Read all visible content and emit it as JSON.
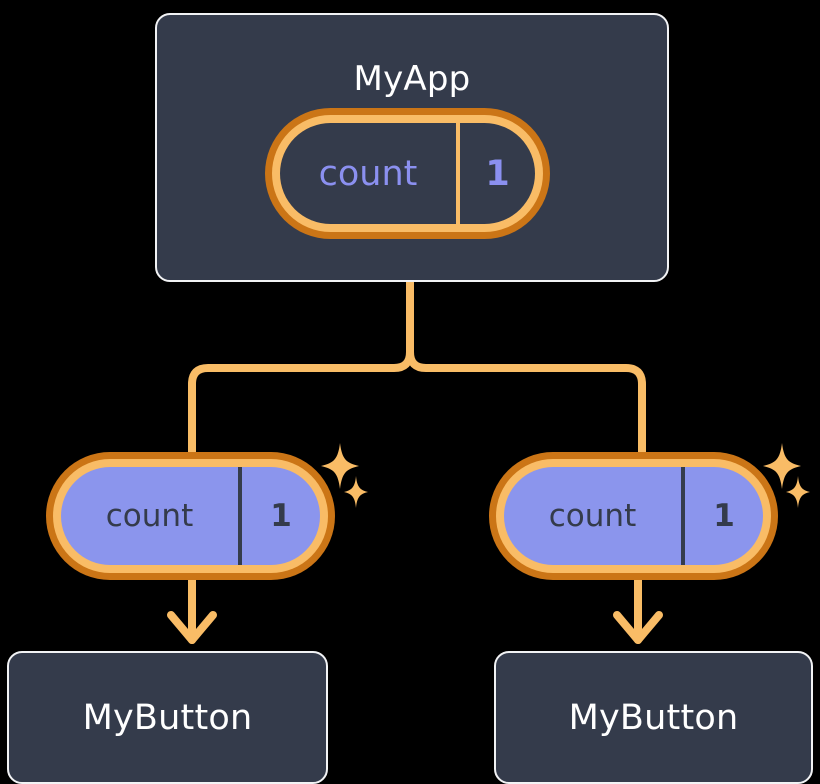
{
  "diagram": {
    "title": "React component tree with shared count state",
    "theme": {
      "background": "#000000",
      "card_fill": "#343B4B",
      "card_border": "#F2F3F5",
      "card_text": "#FFFFFF",
      "pill_outer_ring": "#CB7516",
      "pill_inner_ring": "#F9BC66",
      "pill_child_fill": "#8B95ED",
      "pill_root_text": "#8B90F0",
      "pill_child_text": "#343B4B",
      "connector": "#F9BC66",
      "sparkle": "#F9BC66"
    }
  },
  "root": {
    "box_label": "MyApp",
    "state": {
      "key": "count",
      "value": "1"
    }
  },
  "children": [
    {
      "box_label": "MyButton",
      "state": {
        "key": "count",
        "value": "1"
      }
    },
    {
      "box_label": "MyButton",
      "state": {
        "key": "count",
        "value": "1"
      }
    }
  ],
  "icons": {
    "sparkle_large": "sparkle-four-point-icon",
    "sparkle_small": "sparkle-four-point-small-icon",
    "arrow": "arrow-down-icon",
    "branch": "branch-connector-icon"
  }
}
